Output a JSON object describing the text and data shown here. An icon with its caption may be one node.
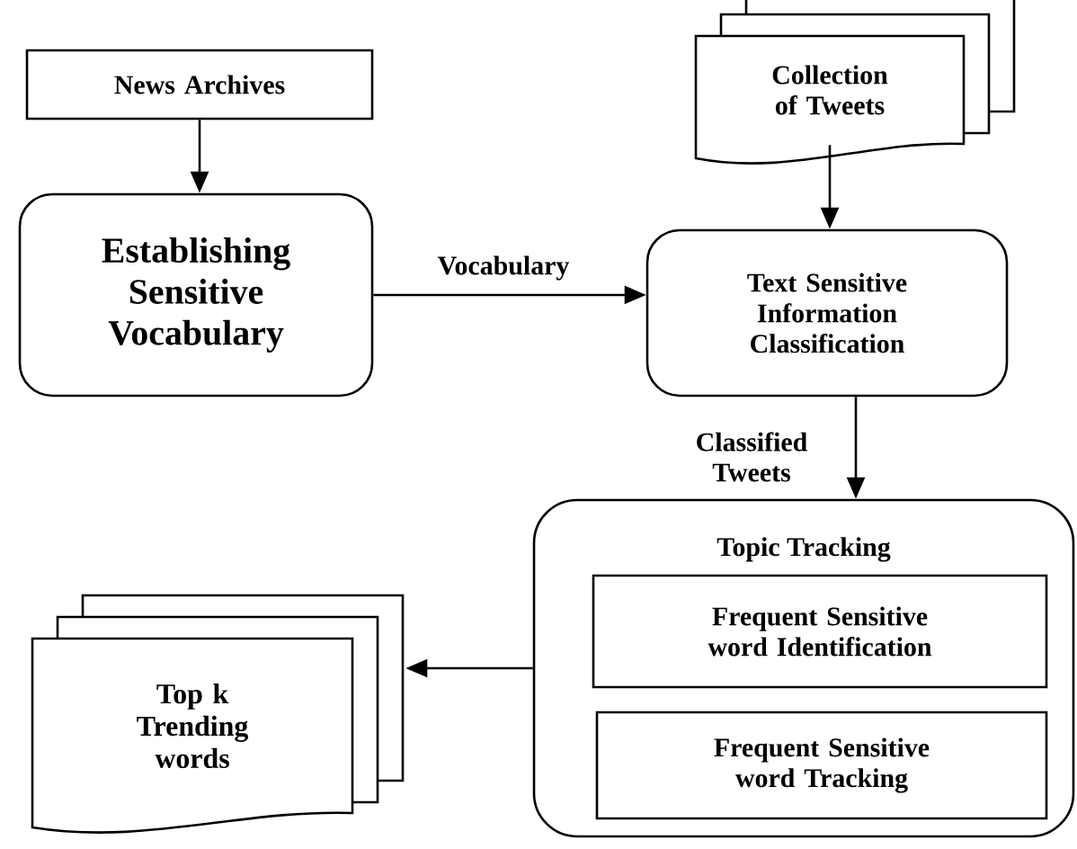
{
  "diagram": {
    "nodes": [
      {
        "text": [
          "News Archives"
        ]
      },
      {
        "text": [
          "Establishing Sensitive Vocabulary"
        ]
      },
      {
        "text": [
          "Collection of Tweets"
        ]
      },
      {
        "text": [
          "Text Sensitive Information Classification"
        ]
      },
      {
        "text": [
          "Topic Tracking"
        ]
      },
      {
        "text": [
          "Frequent Sensitive word Identification"
        ],
        "in": 4
      },
      {
        "text": [
          "Frequent Sensitive word Tracking"
        ],
        "in": 4
      },
      {
        "text": [
          "Top k Trending words"
        ]
      }
    ],
    "edges": [
      {
        "from": 0,
        "to": 1,
        "arrow": "to"
      },
      {
        "from": 2,
        "to": 3,
        "arrow": "to"
      },
      {
        "from": 1,
        "to": 3,
        "arrow": "to",
        "label": "Vocabulary"
      },
      {
        "from": 3,
        "to": 4,
        "arrow": "to",
        "label": "Classified Tweets"
      },
      {
        "from": 4,
        "to": 7,
        "arrow": "to"
      }
    ]
  }
}
